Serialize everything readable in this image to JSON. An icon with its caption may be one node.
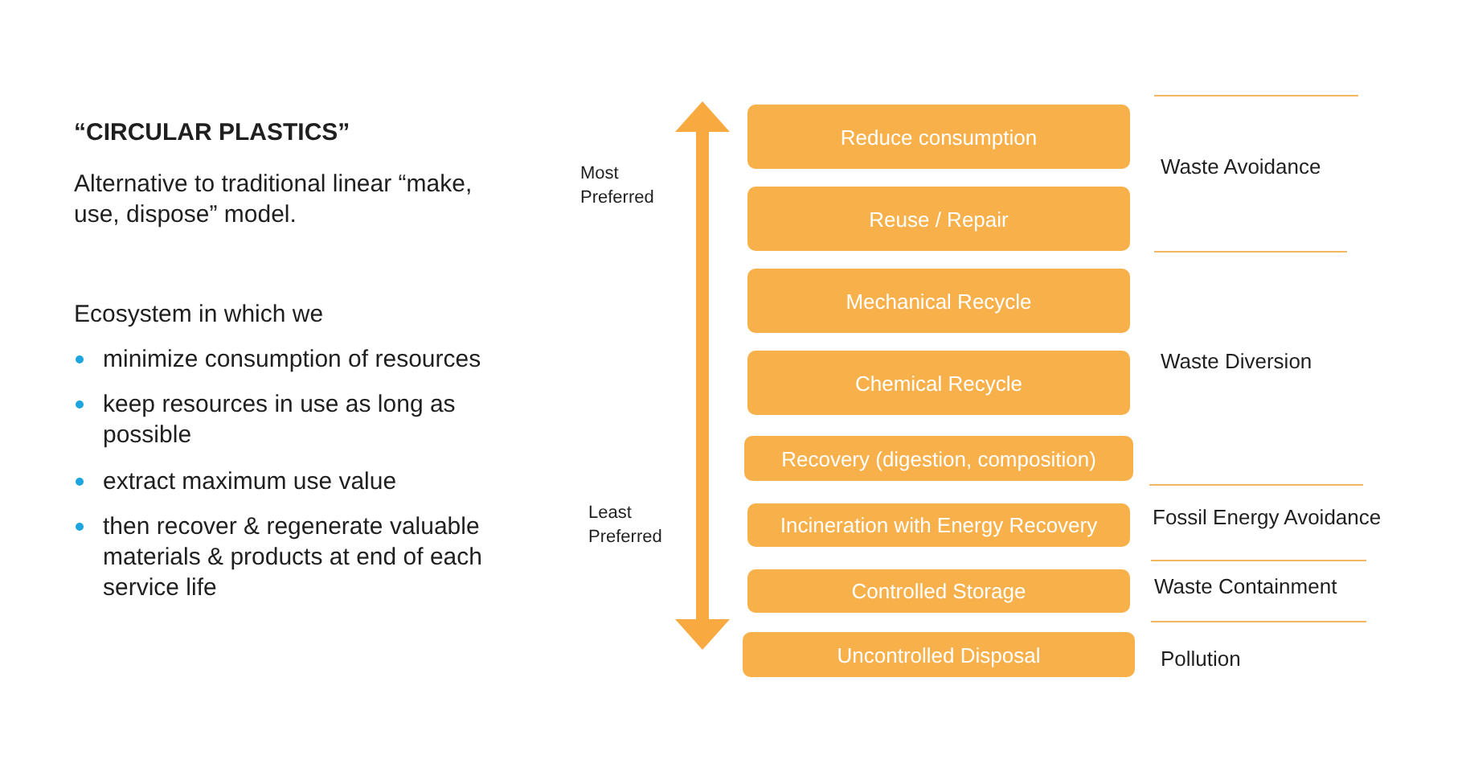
{
  "diagram": {
    "title": "“CIRCULAR PLASTICS”",
    "nodes": [
      {
        "text": [
          "Reduce consumption"
        ]
      },
      {
        "text": [
          "Reuse / Repair"
        ]
      },
      {
        "text": [
          "Mechanical Recycle"
        ]
      },
      {
        "text": [
          "Chemical Recycle"
        ]
      },
      {
        "text": [
          "Recovery (digestion, composition)"
        ]
      },
      {
        "text": [
          "Incineration with Energy Recovery"
        ]
      },
      {
        "text": [
          "Controlled Storage"
        ]
      },
      {
        "text": [
          "Uncontrolled Disposal"
        ]
      }
    ],
    "labels": [
      "Alternative to traditional linear “make, use, dispose” model.",
      "Ecosystem in which we",
      "minimize consumption of resources",
      "keep resources in use as long as possible",
      "extract maximum use value",
      "then recover & regenerate valuable materials & products at end of each service life",
      "Most Preferred",
      "Least Preferred",
      "Waste Avoidance",
      "Waste Diversion",
      "Fossil Energy Avoidance",
      "Waste Containment",
      "Pollution"
    ]
  }
}
